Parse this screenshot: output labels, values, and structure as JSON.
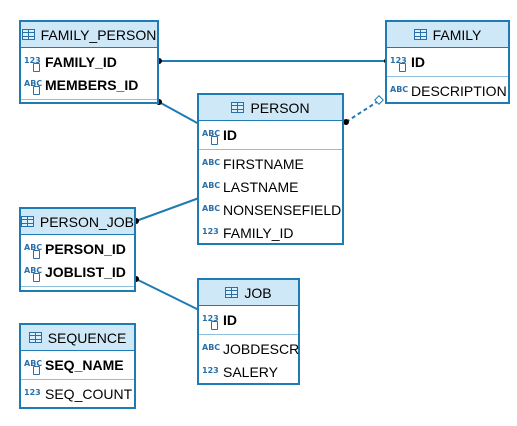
{
  "entities": {
    "family_person": {
      "title": "FAMILY_PERSON",
      "pk": [
        {
          "name": "FAMILY_ID",
          "type": "123"
        },
        {
          "name": "MEMBERS_ID",
          "type": "ABC"
        }
      ],
      "attrs": []
    },
    "family": {
      "title": "FAMILY",
      "pk": [
        {
          "name": "ID",
          "type": "123"
        }
      ],
      "attrs": [
        {
          "name": "DESCRIPTION",
          "type": "ABC"
        }
      ]
    },
    "person": {
      "title": "PERSON",
      "pk": [
        {
          "name": "ID",
          "type": "ABC"
        }
      ],
      "attrs": [
        {
          "name": "FIRSTNAME",
          "type": "ABC"
        },
        {
          "name": "LASTNAME",
          "type": "ABC"
        },
        {
          "name": "NONSENSEFIELD",
          "type": "ABC"
        },
        {
          "name": "FAMILY_ID",
          "type": "123"
        }
      ]
    },
    "person_job": {
      "title": "PERSON_JOB",
      "pk": [
        {
          "name": "PERSON_ID",
          "type": "ABC"
        },
        {
          "name": "JOBLIST_ID",
          "type": "ABC"
        }
      ],
      "attrs": []
    },
    "job": {
      "title": "JOB",
      "pk": [
        {
          "name": "ID",
          "type": "123"
        }
      ],
      "attrs": [
        {
          "name": "JOBDESCR",
          "type": "ABC"
        },
        {
          "name": "SALERY",
          "type": "123"
        }
      ]
    },
    "sequence": {
      "title": "SEQUENCE",
      "pk": [
        {
          "name": "SEQ_NAME",
          "type": "ABC"
        }
      ],
      "attrs": [
        {
          "name": "SEQ_COUNT",
          "type": "123"
        }
      ]
    }
  },
  "colors": {
    "border": "#1f7bb3",
    "header_bg": "#cfe8f7",
    "connector": "#1f7bb3"
  }
}
